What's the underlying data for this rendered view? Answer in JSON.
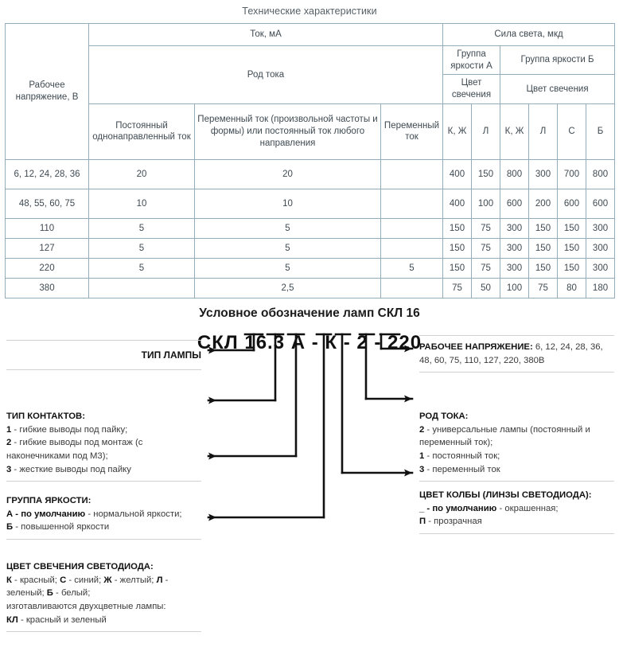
{
  "spec": {
    "title": "Технические характеристики",
    "headers": {
      "voltage": "Рабочее напряжение, В",
      "current_group": "Ток, мА",
      "luminous_group": "Сила света, мкд",
      "current_kind": "Род тока",
      "brightness_a": "Группа яркости А",
      "brightness_b": "Группа яркости Б",
      "dc_unidirectional": "Постоянный однонаправленный ток",
      "ac_any": "Переменный ток (произвольной частоты и формы) или постоянный ток любого направления",
      "ac": "Переменный ток",
      "glow_color_a": "Цвет свечения",
      "glow_color_b": "Цвет свечения",
      "sub": [
        "К, Ж",
        "Л",
        "К, Ж",
        "Л",
        "С",
        "Б"
      ]
    },
    "rows": [
      {
        "voltage": "6, 12, 24, 28, 36",
        "dc": "20",
        "ac_any": "20",
        "ac": "",
        "vals": [
          "400",
          "150",
          "800",
          "300",
          "700",
          "800"
        ]
      },
      {
        "voltage": "48, 55, 60, 75",
        "dc": "10",
        "ac_any": "10",
        "ac": "",
        "vals": [
          "400",
          "100",
          "600",
          "200",
          "600",
          "600"
        ]
      },
      {
        "voltage": "110",
        "dc": "5",
        "ac_any": "5",
        "ac": "",
        "vals": [
          "150",
          "75",
          "300",
          "150",
          "150",
          "300"
        ]
      },
      {
        "voltage": "127",
        "dc": "5",
        "ac_any": "5",
        "ac": "",
        "vals": [
          "150",
          "75",
          "300",
          "150",
          "150",
          "300"
        ]
      },
      {
        "voltage": "220",
        "dc": "5",
        "ac_any": "5",
        "ac": "5",
        "vals": [
          "150",
          "75",
          "300",
          "150",
          "150",
          "300"
        ]
      },
      {
        "voltage": "380",
        "dc": "",
        "ac_any": "2,5",
        "ac": "",
        "vals": [
          "75",
          "50",
          "100",
          "75",
          "80",
          "180"
        ]
      }
    ]
  },
  "diagram": {
    "title": "Условное обозначение ламп СКЛ 16",
    "code": "СКЛ 16.3 А - К   - 2 - 220",
    "left": {
      "lamp_type": "ТИП ЛАМПЫ",
      "contacts": {
        "head": "ТИП КОНТАКТОВ:",
        "l1_k": "1",
        "l1": " - гибкие выводы под пайку;",
        "l2_k": "2",
        "l2": " - гибкие выводы под монтаж (с наконечниками под М3);",
        "l3_k": "3",
        "l3": " - жесткие выводы под пайку"
      },
      "brightness": {
        "head": "ГРУППА ЯРКОСТИ:",
        "l1_k": "А",
        "l1_k2": " - по умолчанию",
        "l1": " - нормальной яркости;",
        "l2_k": "Б",
        "l2": " - повышенной яркости"
      },
      "led_color": {
        "head": "ЦВЕТ СВЕЧЕНИЯ СВЕТОДИОДА:",
        "l1_k1": "К",
        "l1_a": " - красный; ",
        "l1_k2": "С",
        "l1_b": " - синий; ",
        "l1_k3": "Ж",
        "l1_c": " - желтый; ",
        "l1_k4": "Л",
        "l1_d": " - зеленый; ",
        "l1_k5": "Б",
        "l1_e": " - белый;",
        "l2": "изготавливаются двухцветные лампы:",
        "l3_k": "КЛ",
        "l3": " - красный и зеленый"
      }
    },
    "right": {
      "voltage": {
        "head": "РАБОЧЕЕ НАПРЯЖЕНИЕ:",
        "body": " 6, 12, 24, 28, 36, 48, 60, 75, 110, 127, 220, 380В"
      },
      "current_kind": {
        "head": "РОД ТОКА:",
        "l1_k": "2",
        "l1": " - универсальные лампы (постоянный и переменный ток);",
        "l2_k": "1",
        "l2": " - постоянный ток;",
        "l3_k": "3",
        "l3": " - переменный ток"
      },
      "bulb_color": {
        "head": "ЦВЕТ КОЛБЫ (ЛИНЗЫ СВЕТОДИОДА):",
        "l1_k": "_",
        "l1_k2": " - по умолчанию",
        "l1": " - окрашенная;",
        "l2_k": "П",
        "l2": " - прозрачная"
      }
    }
  },
  "colors": {
    "table_border": "#93adbc",
    "table_text": "#3f4a52",
    "title_text": "#555f66",
    "diagram_ink": "#111111",
    "divider": "#d2d2d2"
  }
}
